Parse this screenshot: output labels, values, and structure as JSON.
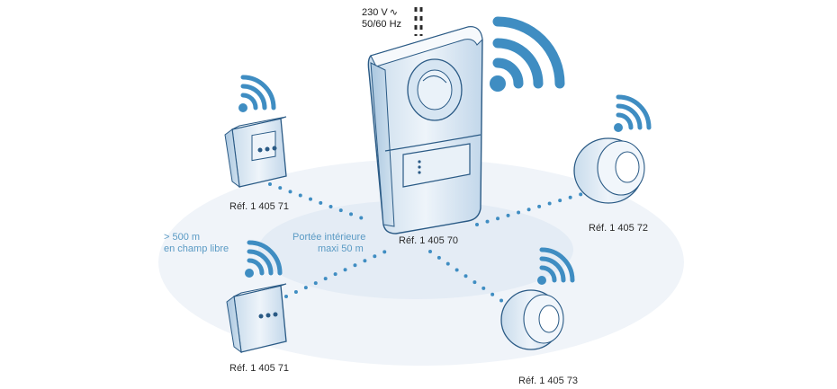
{
  "power": {
    "voltage": "230 V",
    "frequency": "50/60 Hz"
  },
  "range": {
    "open_field_line1": "> 500 m",
    "open_field_line2": "en champ libre",
    "indoor_line1": "Portée intérieure",
    "indoor_line2": "maxi 50 m"
  },
  "devices": {
    "central_unit": {
      "ref": "Réf. 1 405 70",
      "icon": "siren-unit"
    },
    "call_point_top": {
      "ref": "Réf. 1 405 71",
      "icon": "manual-call-point"
    },
    "call_point_bottom": {
      "ref": "Réf. 1 405 71",
      "icon": "manual-call-point"
    },
    "sounder_right": {
      "ref": "Réf. 1 405 72",
      "icon": "wireless-sounder"
    },
    "sounder_bottom": {
      "ref": "Réf. 1 405 73",
      "icon": "wireless-sounder-beacon"
    }
  },
  "colors": {
    "accent_blue": "#3f8dc2",
    "range_zone": "#eef3f8",
    "device_body": "#dfeaf4",
    "device_outline": "#2a5a85"
  }
}
